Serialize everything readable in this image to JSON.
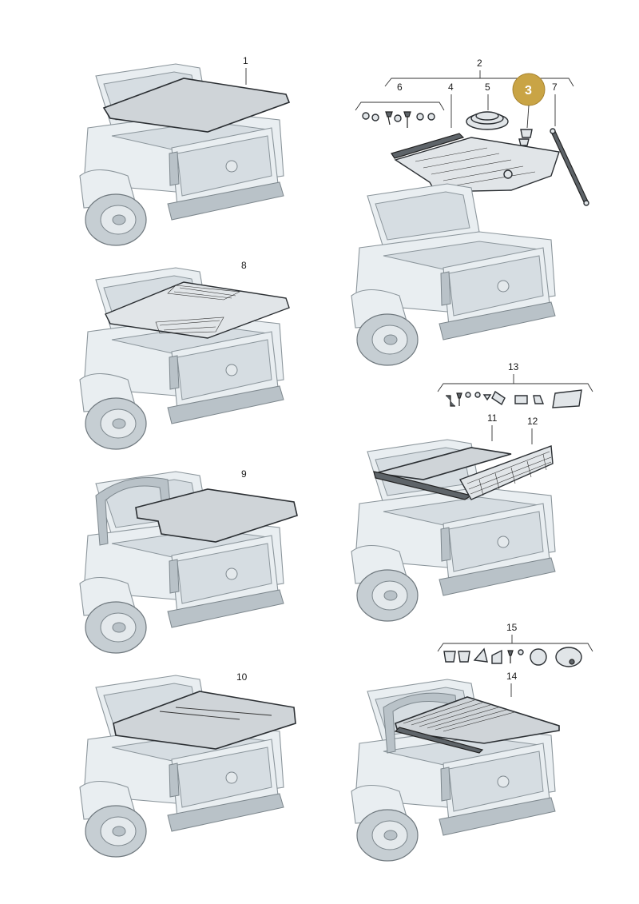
{
  "diagram": {
    "callouts": {
      "c1": "1",
      "c2": "2",
      "c3": "3",
      "c4": "4",
      "c5": "5",
      "c6": "6",
      "c7": "7",
      "c8": "8",
      "c9": "9",
      "c10": "10",
      "c11": "11",
      "c12": "12",
      "c13": "13",
      "c14": "14",
      "c15": "15"
    },
    "highlight_callout": "3",
    "colors": {
      "highlight": "#c9a445",
      "truck_fill": "#e9eef1",
      "truck_outline": "#8c969c",
      "part_outline": "#2b2f33"
    }
  }
}
